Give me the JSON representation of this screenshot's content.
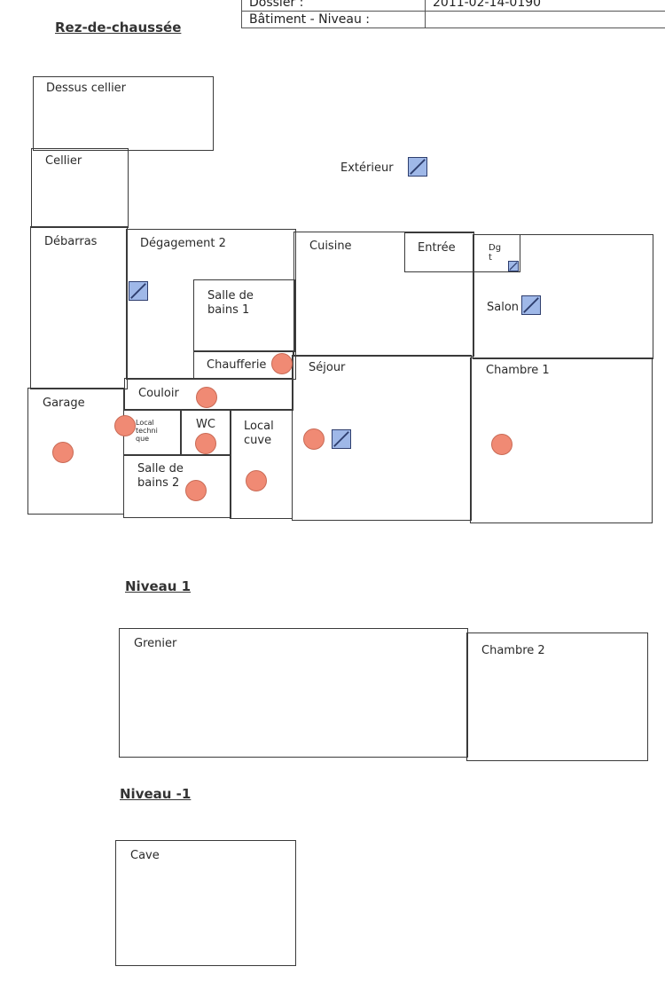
{
  "header_table": {
    "row1_label": "Dossier :",
    "row1_value": "2011-02-14-0190",
    "row2_label": "Bâtiment - Niveau :",
    "row2_value": ""
  },
  "sections": {
    "ground": "Rez-de-chaussée",
    "level1": "Niveau 1",
    "basement": "Niveau -1"
  },
  "rooms": {
    "dessus_cellier": "Dessus cellier",
    "cellier": "Cellier",
    "exterieur": "Extérieur",
    "debarras": "Débarras",
    "degagement2": "Dégagement 2",
    "cuisine": "Cuisine",
    "entree": "Entrée",
    "dgt": "Dg\nt",
    "sdb1": "Salle de\nbains 1",
    "salon": "Salon",
    "chaufferie": "Chaufferie",
    "sejour": "Séjour",
    "chambre1": "Chambre 1",
    "couloir": "Couloir",
    "garage": "Garage",
    "local_technique": "Local\ntechni\nque",
    "wc": "WC",
    "local_cuve": "Local\ncuve",
    "sdb2": "Salle de\nbains 2",
    "grenier": "Grenier",
    "chambre2": "Chambre 2",
    "cave": "Cave"
  },
  "symbols": {
    "dot_color": "#f08a74",
    "meter_color": "#9fb8e8",
    "dot_icon": "sample-point-icon",
    "meter_icon": "meter-box-icon"
  }
}
